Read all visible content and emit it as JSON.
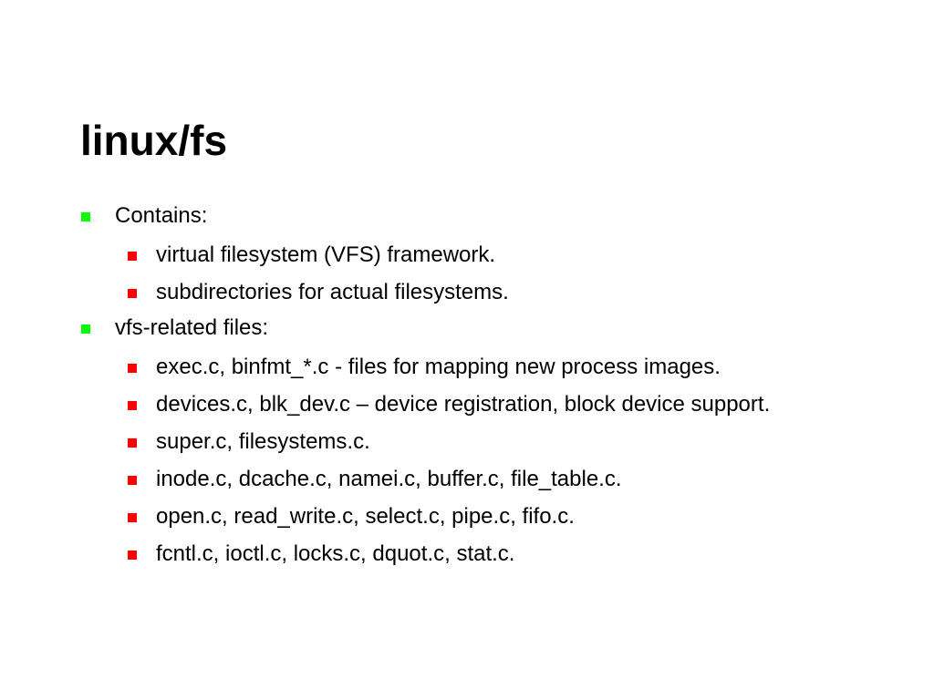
{
  "slide": {
    "title": "linux/fs",
    "colors": {
      "level1_bullet": "#00ff00",
      "level2_bullet": "#ff0000",
      "text": "#000000",
      "background": "#ffffff"
    },
    "bullets": [
      {
        "text": "Contains:",
        "children": [
          {
            "text": "virtual filesystem (VFS) framework."
          },
          {
            "text": "subdirectories for actual filesystems."
          }
        ]
      },
      {
        "text": "vfs-related files:",
        "children": [
          {
            "text": "exec.c, binfmt_*.c - files for mapping new process images."
          },
          {
            "text": "devices.c, blk_dev.c – device registration, block device support."
          },
          {
            "text": "super.c, filesystems.c."
          },
          {
            "text": "inode.c, dcache.c, namei.c, buffer.c, file_table.c."
          },
          {
            "text": "open.c, read_write.c, select.c, pipe.c, fifo.c."
          },
          {
            "text": "fcntl.c, ioctl.c, locks.c, dquot.c, stat.c."
          }
        ]
      }
    ]
  }
}
